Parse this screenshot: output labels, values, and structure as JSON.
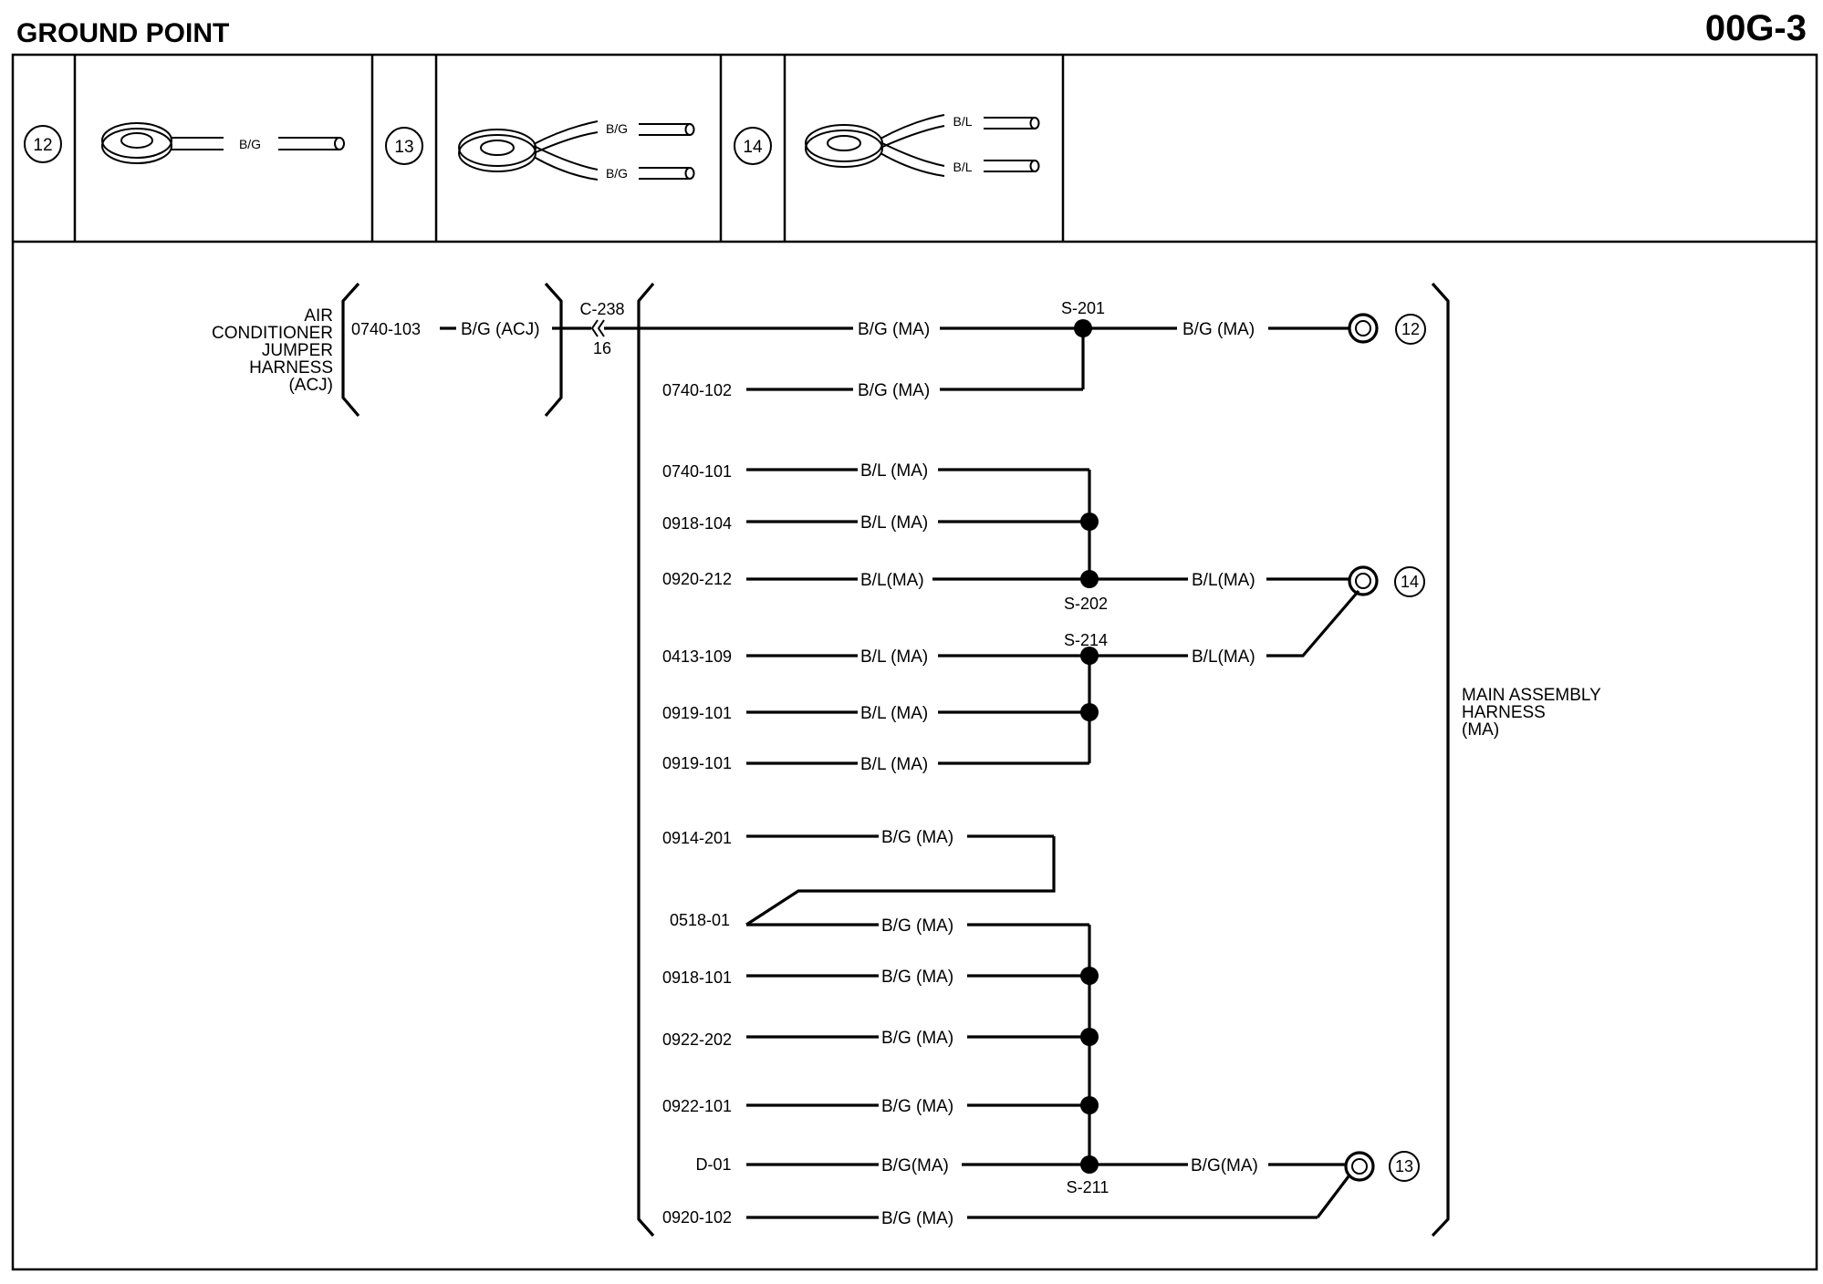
{
  "header": {
    "title": "GROUND POINT",
    "page_code": "00G-3"
  },
  "legend": [
    {
      "number": "12",
      "wires": [
        "B/G"
      ]
    },
    {
      "number": "13",
      "wires": [
        "B/G",
        "B/G"
      ]
    },
    {
      "number": "14",
      "wires": [
        "B/L",
        "B/L"
      ]
    }
  ],
  "acj": {
    "harness_lines": [
      "AIR",
      "CONDITIONER",
      "JUMPER",
      "HARNESS",
      "(ACJ)"
    ],
    "circuit": "0740-103",
    "wire": "B/G (ACJ)",
    "connector": "C-238",
    "pin": "16"
  },
  "ma": {
    "harness_lines": [
      "MAIN ASSEMBLY",
      "HARNESS",
      "(MA)"
    ]
  },
  "splices": [
    "S-201",
    "S-202",
    "S-214",
    "S-211"
  ],
  "grounds": [
    "12",
    "14",
    "13"
  ],
  "main_wire_from_c238": "B/G (MA)",
  "circuits": [
    {
      "id": "0740-102",
      "wire": "B/G (MA)"
    },
    {
      "id": "0740-101",
      "wire": "B/L (MA)"
    },
    {
      "id": "0918-104",
      "wire": "B/L (MA)"
    },
    {
      "id": "0920-212",
      "wire": "B/L(MA)"
    },
    {
      "id": "0413-109",
      "wire": "B/L (MA)"
    },
    {
      "id": "0919-101",
      "wire": "B/L (MA)"
    },
    {
      "id": "0919-101",
      "wire": "B/L (MA)"
    },
    {
      "id": "0914-201",
      "wire": "B/G (MA)"
    },
    {
      "id": "0518-01",
      "wire": "B/G (MA)"
    },
    {
      "id": "0918-101",
      "wire": "B/G (MA)"
    },
    {
      "id": "0922-202",
      "wire": "B/G (MA)"
    },
    {
      "id": "0922-101",
      "wire": "B/G (MA)"
    },
    {
      "id": "D-01",
      "wire": "B/G(MA)"
    },
    {
      "id": "0920-102",
      "wire": "B/G (MA)"
    }
  ],
  "ground_leads": [
    {
      "splice": "S-201",
      "wire": "B/G (MA)"
    },
    {
      "splice": "S-202",
      "wire": "B/L(MA)"
    },
    {
      "splice": "S-214",
      "wire": "B/L(MA)"
    },
    {
      "splice": "S-211",
      "wire": "B/G(MA)"
    }
  ]
}
